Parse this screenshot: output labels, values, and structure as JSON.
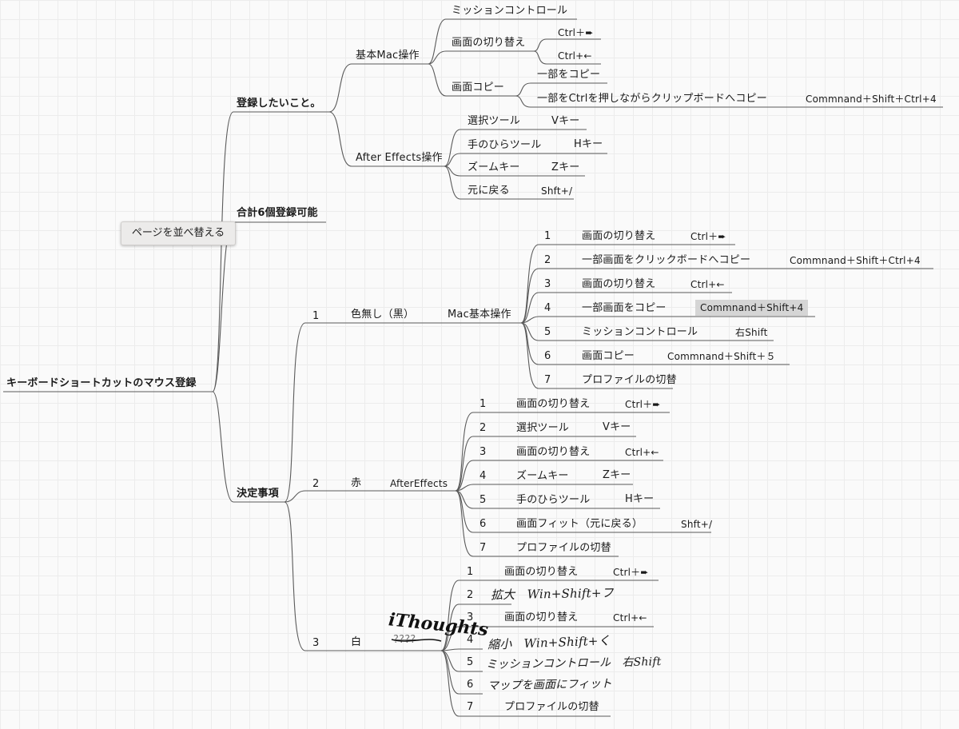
{
  "root": "キーボードショートカットのマウス登録",
  "tooltip": "ページを並べ替える",
  "branch_wish": {
    "label": "登録したいこと。",
    "mac": {
      "label": "基本Mac操作",
      "mission": "ミッションコントロール",
      "switch": {
        "label": "画面の切り替え",
        "ctrl_right": "Ctrl＋➨",
        "ctrl_left": "Ctrl+←"
      },
      "copy": {
        "label": "画面コピー",
        "part": "一部をコピー",
        "clip": "一部をCtrlを押しながらクリップボードへコピー",
        "clip_key": "Commnand＋Shift＋Ctrl+4"
      }
    },
    "ae": {
      "label": "After Effects操作",
      "items": [
        {
          "label": "選択ツール",
          "key": "Vキー"
        },
        {
          "label": "手のひらツール",
          "key": "Hキー"
        },
        {
          "label": "ズームキー",
          "key": "Zキー"
        },
        {
          "label": "元に戻る",
          "key": "Shft+/"
        }
      ]
    }
  },
  "branch_total": {
    "label": "合計6個登録可能"
  },
  "branch_decided": {
    "label": "決定事項",
    "g1": {
      "num": "1",
      "color": "色無し（黒）",
      "cat": "Mac基本操作",
      "items": [
        {
          "n": "1",
          "label": "画面の切り替え",
          "key": "Ctrl＋➨"
        },
        {
          "n": "2",
          "label": "一部画面をクリックボードへコピー",
          "key": "Commnand＋Shift＋Ctrl+4"
        },
        {
          "n": "3",
          "label": "画面の切り替え",
          "key": "Ctrl+←"
        },
        {
          "n": "4",
          "label": "一部画面をコピー",
          "key": "Commnand＋Shift+4"
        },
        {
          "n": "5",
          "label": "ミッションコントロール",
          "key": "右Shift"
        },
        {
          "n": "6",
          "label": "画面コピー",
          "key": "Commnand＋Shift＋５"
        },
        {
          "n": "7",
          "label": "プロファイルの切替",
          "key": ""
        }
      ]
    },
    "g2": {
      "num": "2",
      "color": "赤",
      "cat": "AfterEffects",
      "items": [
        {
          "n": "1",
          "label": "画面の切り替え",
          "key": "Ctrl＋➨"
        },
        {
          "n": "2",
          "label": "選択ツール",
          "key": "Vキー"
        },
        {
          "n": "3",
          "label": "画面の切り替え",
          "key": "Ctrl+←"
        },
        {
          "n": "4",
          "label": "ズームキー",
          "key": "Zキー"
        },
        {
          "n": "5",
          "label": "手のひらツール",
          "key": "Hキー"
        },
        {
          "n": "6",
          "label": "画面フィット（元に戻る）",
          "key": "Shft+/"
        },
        {
          "n": "7",
          "label": "プロファイルの切替",
          "key": ""
        }
      ]
    },
    "g3": {
      "num": "3",
      "color": "白",
      "cat": "????",
      "cat_handwritten": "iThoughts",
      "items": [
        {
          "n": "1",
          "label": "画面の切り替え",
          "key": "Ctrl＋➨"
        },
        {
          "n": "2",
          "label": "",
          "handwritten": "拡大　Win+Shift+フ"
        },
        {
          "n": "3",
          "label": "画面の切り替え",
          "key": "Ctrl+←"
        },
        {
          "n": "4",
          "label": "",
          "handwritten": "縮小　Win+Shift+く"
        },
        {
          "n": "5",
          "label": "",
          "handwritten": "ミッションコントロール　右Shift"
        },
        {
          "n": "6",
          "label": "",
          "handwritten": "マップを画面にフィット"
        },
        {
          "n": "7",
          "label": "プロファイルの切替",
          "key": ""
        }
      ]
    }
  },
  "colors": {
    "line": "#5a5a5a",
    "highlight": "#d5d5d5",
    "ink": "#111111"
  }
}
